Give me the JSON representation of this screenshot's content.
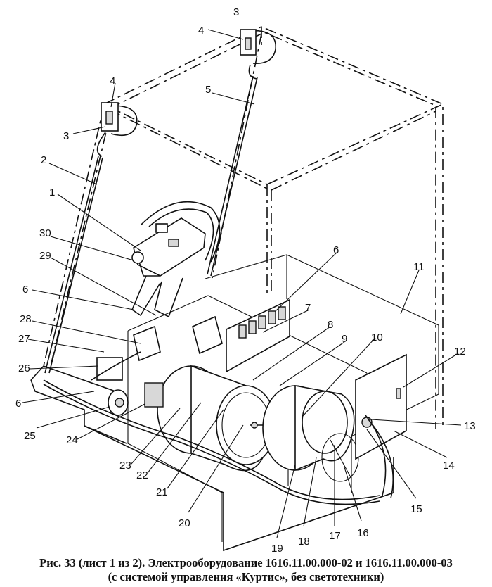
{
  "caption": {
    "line1": "Рис. 33 (лист 1 из 2). Электрооборудование 1616.11.00.000-02 и 1616.11.00.000-03",
    "line2": "(с системой управления «Куртис», без светотехники)"
  },
  "callouts": [
    {
      "label": "3",
      "name": "callout-3-top"
    },
    {
      "label": "4",
      "name": "callout-4-top"
    },
    {
      "label": "4",
      "name": "callout-4-left"
    },
    {
      "label": "3",
      "name": "callout-3-left"
    },
    {
      "label": "5",
      "name": "callout-5"
    },
    {
      "label": "2",
      "name": "callout-2"
    },
    {
      "label": "1",
      "name": "callout-1"
    },
    {
      "label": "30",
      "name": "callout-30"
    },
    {
      "label": "29",
      "name": "callout-29"
    },
    {
      "label": "6",
      "name": "callout-6-left"
    },
    {
      "label": "28",
      "name": "callout-28"
    },
    {
      "label": "27",
      "name": "callout-27"
    },
    {
      "label": "26",
      "name": "callout-26"
    },
    {
      "label": "6",
      "name": "callout-6-bottom"
    },
    {
      "label": "25",
      "name": "callout-25"
    },
    {
      "label": "24",
      "name": "callout-24"
    },
    {
      "label": "23",
      "name": "callout-23"
    },
    {
      "label": "22",
      "name": "callout-22"
    },
    {
      "label": "21",
      "name": "callout-21"
    },
    {
      "label": "20",
      "name": "callout-20"
    },
    {
      "label": "19",
      "name": "callout-19"
    },
    {
      "label": "18",
      "name": "callout-18"
    },
    {
      "label": "17",
      "name": "callout-17"
    },
    {
      "label": "16",
      "name": "callout-16"
    },
    {
      "label": "15",
      "name": "callout-15"
    },
    {
      "label": "14",
      "name": "callout-14"
    },
    {
      "label": "13",
      "name": "callout-13"
    },
    {
      "label": "12",
      "name": "callout-12"
    },
    {
      "label": "11",
      "name": "callout-11"
    },
    {
      "label": "10",
      "name": "callout-10"
    },
    {
      "label": "9",
      "name": "callout-9"
    },
    {
      "label": "8",
      "name": "callout-8"
    },
    {
      "label": "7",
      "name": "callout-7"
    },
    {
      "label": "6",
      "name": "callout-6-top"
    }
  ]
}
